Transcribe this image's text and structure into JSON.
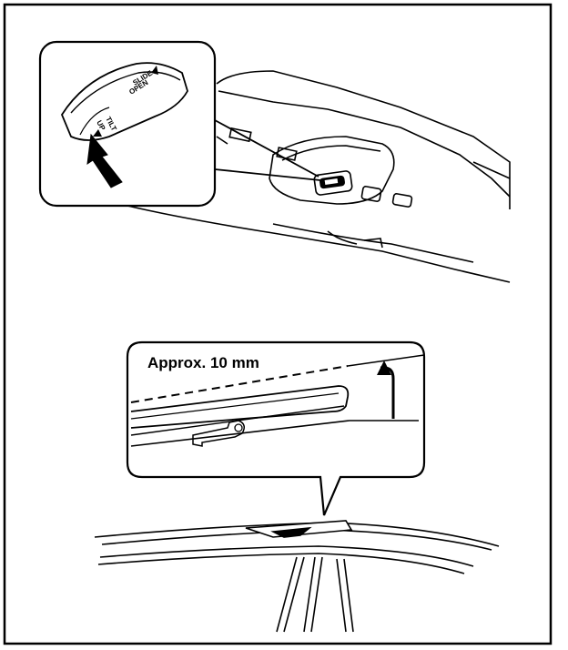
{
  "diagram": {
    "callout_label": "Approx. 10 mm",
    "switch_text": {
      "slide_line1": "SLIDE",
      "slide_line2": "OPEN",
      "tilt_line1": "TILT",
      "tilt_line2": "UP"
    },
    "colors": {
      "ink": "#000000",
      "paper": "#ffffff"
    }
  }
}
